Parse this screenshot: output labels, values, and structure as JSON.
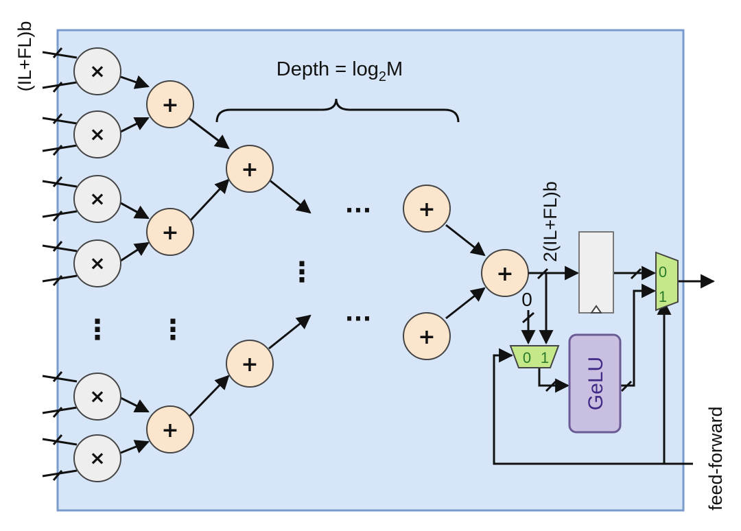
{
  "labels": {
    "input_width": "(IL+FL)b",
    "depth_prefix": "Depth = log",
    "depth_sub": "2",
    "depth_suffix": "M",
    "acc_width": "2(IL+FL)b",
    "zero": "0",
    "feed_forward": "feed-forward",
    "gelu": "GeLU",
    "mux_left_0": "0",
    "mux_left_1": "1",
    "mux_right_0": "0",
    "mux_right_1": "1"
  },
  "symbols": {
    "multiply": "×",
    "add": "+",
    "hdots": "···",
    "vdots": "⋮"
  },
  "colors": {
    "block_fill": "#d6e6f8",
    "block_border": "#7a9ccb",
    "multiplier_fill": "#eeeeee",
    "adder_fill": "#fce5cd",
    "register_fill": "#efefef",
    "mux_fill": "#c5e88a",
    "gelu_fill": "#c9bfe0",
    "gelu_border": "#6b5a94",
    "gelu_text": "#3f2a85",
    "mux_text": "#2a7a2a"
  }
}
